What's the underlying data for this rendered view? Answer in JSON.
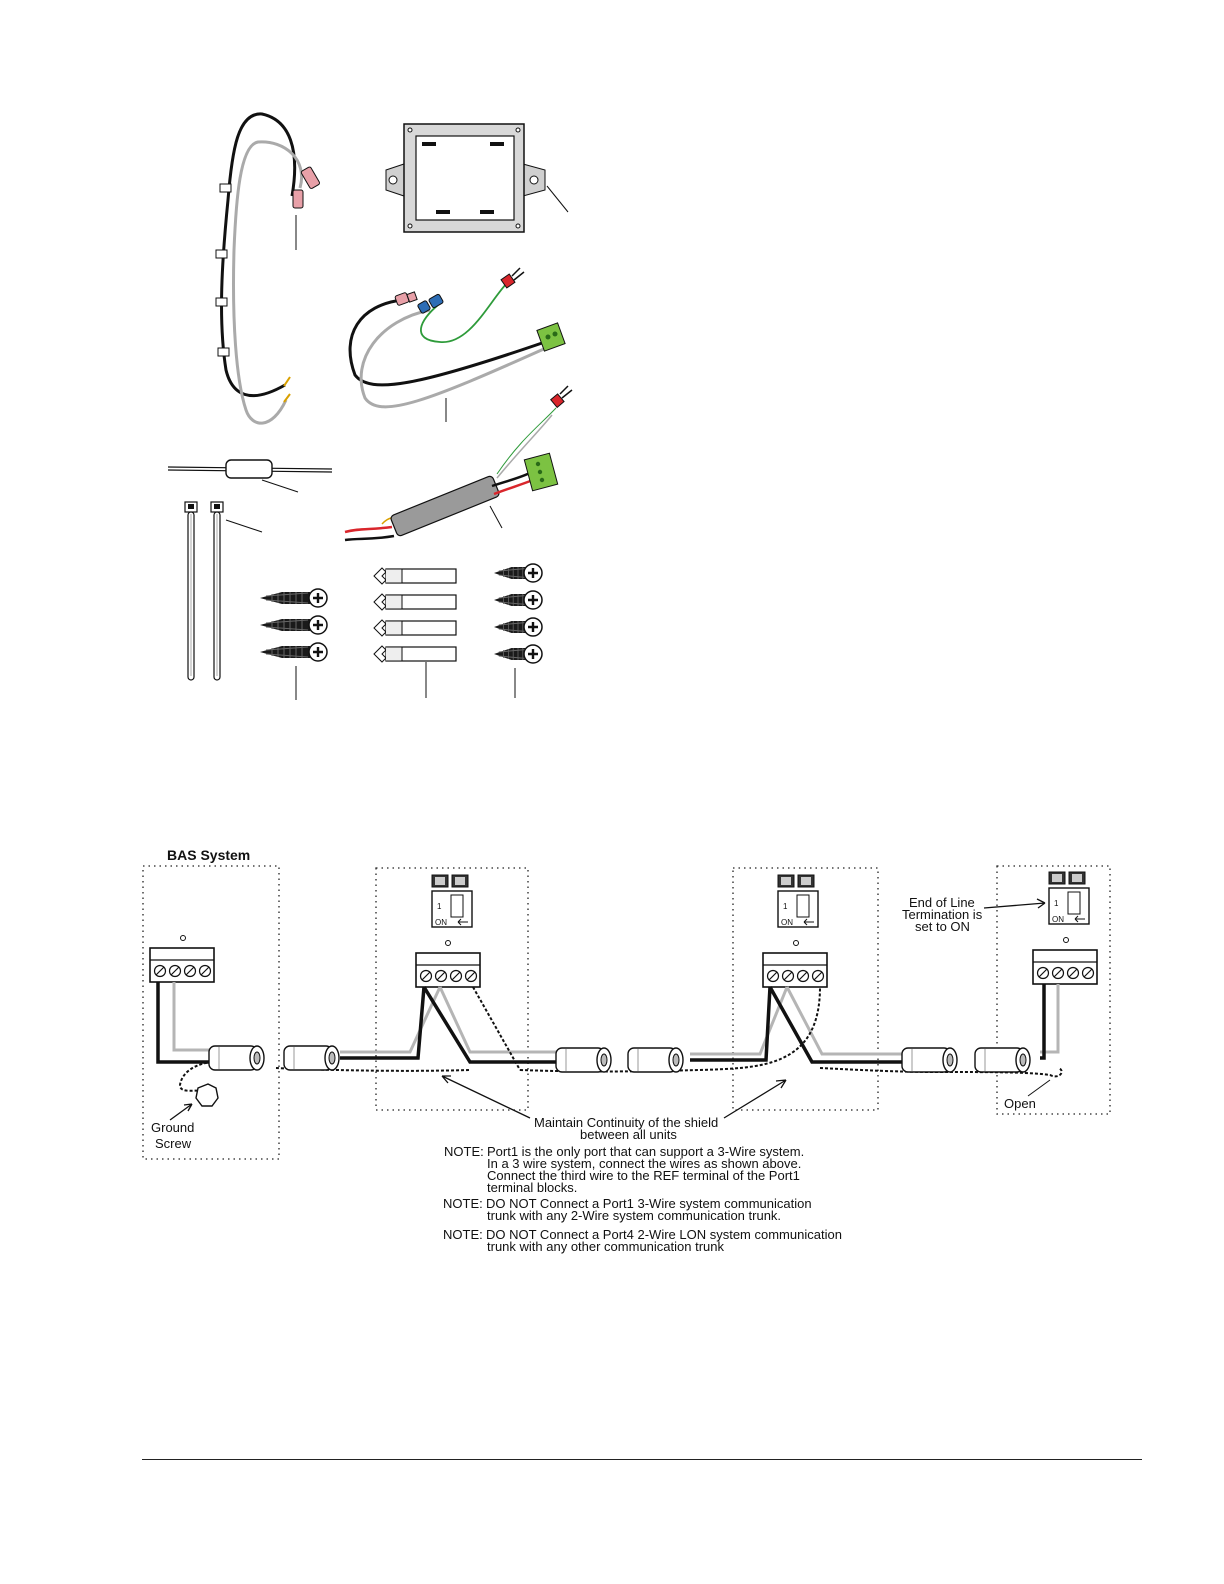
{
  "wiring": {
    "bas_system_label": "BAS System",
    "end_of_line": [
      "End of Line",
      "Termination is",
      "set to ON"
    ],
    "ground_screw": [
      "Ground",
      "Screw"
    ],
    "open_label": "Open",
    "continuity": [
      "Maintain Continuity of the shield",
      "between all units"
    ],
    "notes": [
      {
        "lead": "NOTE:",
        "lines": [
          "Port1 is the only port that can support a 3-Wire system.",
          "In a 3 wire system, connect the wires as shown above.",
          "Connect the third wire to the REF terminal of the Port1",
          "terminal blocks."
        ]
      },
      {
        "lead": "NOTE:",
        "lines": [
          "DO NOT Connect a Port1 3-Wire system communication",
          "trunk with any 2-Wire system communication trunk."
        ]
      },
      {
        "lead": "NOTE:",
        "lines": [
          "DO NOT Connect a Port4 2-Wire LON system communication",
          "trunk with any other communication trunk"
        ]
      }
    ],
    "switch_label": "ON"
  },
  "colors": {
    "line": "#111111",
    "gray_wire": "#b5b5b5",
    "green_connector": "#7cc242",
    "red_terminal": "#d9262c",
    "pink_terminal": "#e8a0a8",
    "blue_terminal": "#2d6db5",
    "green_wire": "#2e9b3a"
  }
}
